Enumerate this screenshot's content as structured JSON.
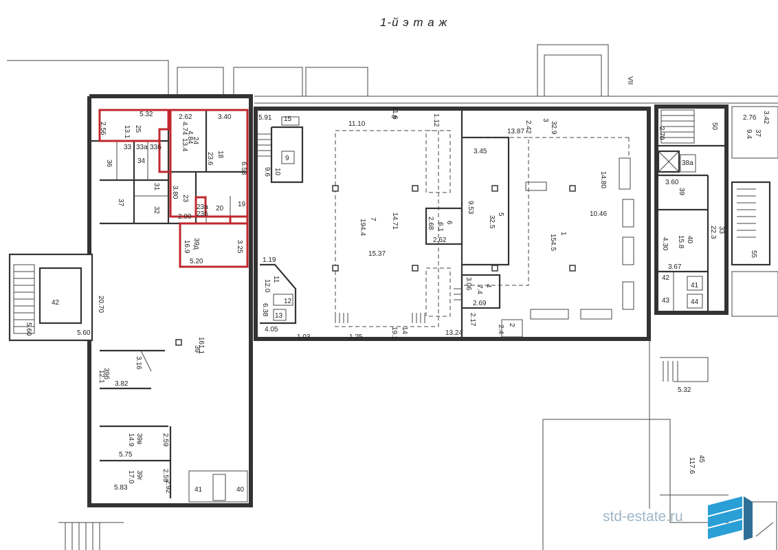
{
  "title": "1-й   э т а ж",
  "watermark": "std-estate.ru",
  "colors": {
    "highlight": "#c0272d",
    "line": "#333333",
    "logo": "#2a9fd6"
  },
  "labels": [
    "5.32",
    "2.56",
    "25",
    "13.1",
    "2.62",
    "3.40",
    "4.74",
    "4.84",
    "24",
    "13.4",
    "18",
    "23.6",
    "6.53",
    "33",
    "33a",
    "33б",
    "34",
    "36",
    "31",
    "37",
    "32",
    "3.80",
    "23",
    "2.00",
    "23а",
    "23б",
    "20",
    "19",
    "39д",
    "16.9",
    "3.25",
    "5.20",
    "20.70",
    "42",
    "5.60",
    "5.60",
    "39",
    "161.1",
    "3.16",
    "39б",
    "12.1",
    "3.82",
    "2.59",
    "39в",
    "14.9",
    "5.75",
    "2.59",
    "39г",
    "17.0",
    "2.92",
    "5.83",
    "41",
    "40",
    "5.91",
    "15",
    "11.10",
    "8",
    "11.6",
    "1.12",
    "9",
    "10",
    "9.6",
    "7",
    "194.4",
    "14.71",
    "15.37",
    "6",
    "6.1",
    "2.68",
    "2.62",
    "1.19",
    "11",
    "12.0",
    "12",
    "13",
    "6.38",
    "4.05",
    "1.03",
    "1.25",
    "19.2",
    "14",
    "13.87",
    "2.42",
    "3",
    "32.9",
    "3.45",
    "14.80",
    "10.46",
    "5",
    "32.5",
    "9.53",
    "1",
    "154.5",
    "4",
    "7.4",
    "3.06",
    "2.69",
    "2.17",
    "2",
    "2.4",
    "13.24",
    "VII",
    "2.76",
    "3.42",
    "50",
    "37",
    "9.4",
    "2.70",
    "38а",
    "3.60",
    "39",
    "33",
    "22.3",
    "55",
    "40",
    "15.8",
    "4.30",
    "3.67",
    "42",
    "41",
    "43",
    "44",
    "5.32",
    "45",
    "117.6"
  ]
}
